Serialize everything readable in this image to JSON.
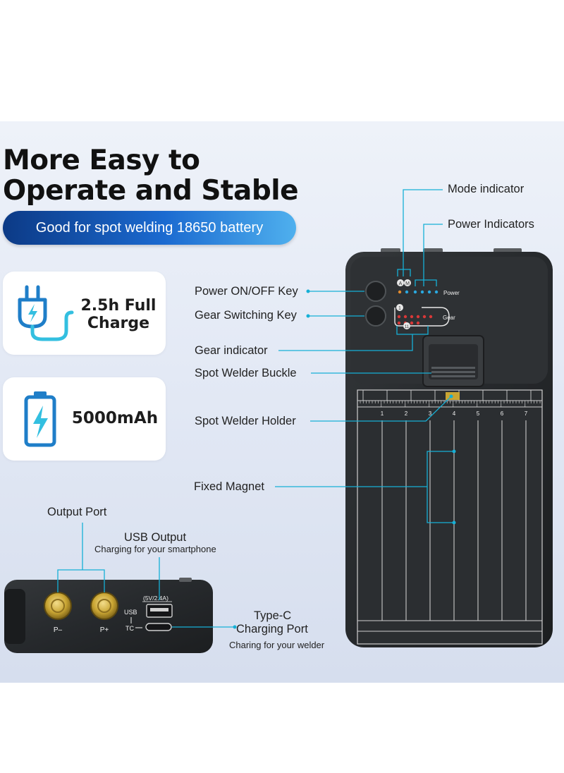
{
  "headline": {
    "line1": "More Easy to",
    "line2": "Operate and Stable"
  },
  "subtitle": "Good for spot welding 18650 battery",
  "features": [
    {
      "icon": "charger-plug-icon",
      "line1": "2.5h Full",
      "line2": "Charge"
    },
    {
      "icon": "battery-bolt-icon",
      "line1": "5000mAh"
    }
  ],
  "callouts": {
    "mode_indicator": "Mode indicator",
    "power_indicators": "Power Indicators",
    "power_key": "Power ON/OFF Key",
    "gear_key": "Gear Switching Key",
    "gear_indicator": "Gear indicator",
    "buckle": "Spot Welder Buckle",
    "holder": "Spot Welder Holder",
    "magnet": "Fixed Magnet"
  },
  "device_panel": {
    "mode_a": "A",
    "mode_m": "M",
    "power_label": "Power",
    "gear_label": "Gear",
    "gear_first": "1",
    "gear_last": "11",
    "ruler_numbers": [
      "1",
      "2",
      "3",
      "4",
      "5",
      "6",
      "7"
    ]
  },
  "ports": {
    "output_port": "Output Port",
    "usb_output": "USB Output",
    "usb_desc": "Charging for your smartphone",
    "typec_line1": "Type-C",
    "typec_line2": "Charging Port",
    "typec_desc": "Charing for your welder",
    "p_minus": "P–",
    "p_plus": "P+",
    "usb_label": "USB",
    "tc_label": "TC",
    "usb_rating": "(5V/2.4A)"
  },
  "colors": {
    "accent": "#16b0d6",
    "pill_start": "#0c3a86",
    "pill_end": "#4fb0ee",
    "device": "#222426",
    "gold": "#c9a533"
  }
}
